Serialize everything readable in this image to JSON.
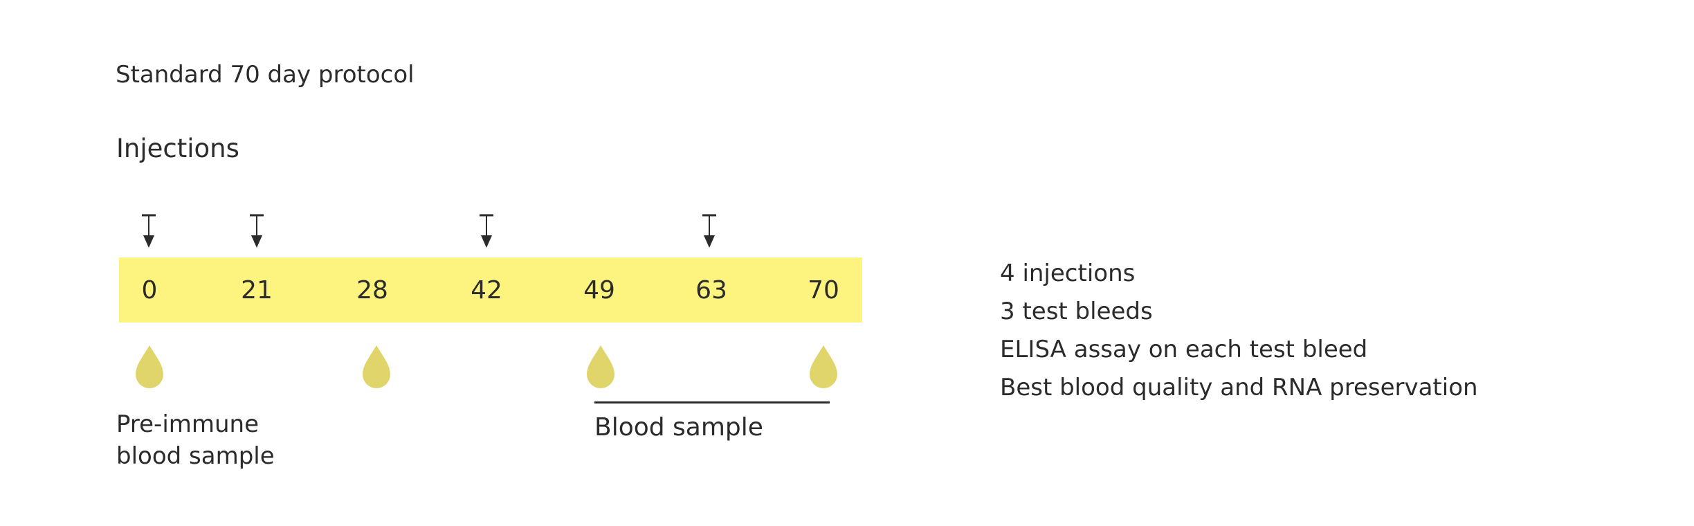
{
  "title": "Standard 70 day protocol",
  "injections_heading": "Injections",
  "timeline": {
    "band_color": "#fdf47f",
    "days": [
      "0",
      "21",
      "28",
      "42",
      "49",
      "63",
      "70"
    ],
    "injection_days": [
      "0",
      "21",
      "42",
      "63"
    ],
    "blood_sample_days": [
      "0",
      "28",
      "49",
      "70"
    ]
  },
  "drop_color": "#e0d56a",
  "pre_immune": {
    "line1": "Pre-immune",
    "line2": "blood sample"
  },
  "blood_sample_label": "Blood sample",
  "summary": [
    "4 injections",
    "3 test bleeds",
    "ELISA assay on each test bleed",
    "Best blood quality and RNA preservation"
  ]
}
